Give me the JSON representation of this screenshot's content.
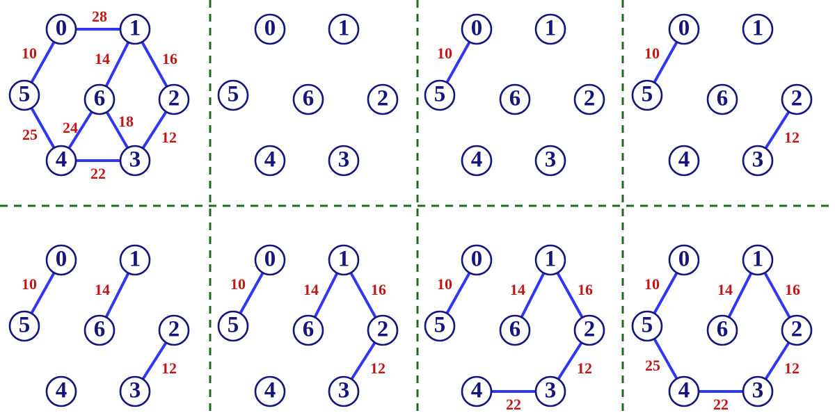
{
  "colors": {
    "node_text": "#15157a",
    "node_ring": "#15157a",
    "edge": "#2f38f0",
    "weight": "#c01616",
    "divider": "#1c6b1c",
    "background": "#ffffff"
  },
  "nodes": [
    {
      "id": 0,
      "label": "0"
    },
    {
      "id": 1,
      "label": "1"
    },
    {
      "id": 2,
      "label": "2"
    },
    {
      "id": 3,
      "label": "3"
    },
    {
      "id": 4,
      "label": "4"
    },
    {
      "id": 5,
      "label": "5"
    },
    {
      "id": 6,
      "label": "6"
    }
  ],
  "edges": [
    {
      "from": 0,
      "to": 1,
      "weight": "28"
    },
    {
      "from": 0,
      "to": 5,
      "weight": "10"
    },
    {
      "from": 1,
      "to": 6,
      "weight": "14"
    },
    {
      "from": 1,
      "to": 2,
      "weight": "16"
    },
    {
      "from": 5,
      "to": 4,
      "weight": "25"
    },
    {
      "from": 6,
      "to": 4,
      "weight": "24"
    },
    {
      "from": 6,
      "to": 3,
      "weight": "18"
    },
    {
      "from": 2,
      "to": 3,
      "weight": "12"
    },
    {
      "from": 4,
      "to": 3,
      "weight": "22"
    }
  ],
  "panels": [
    {
      "name": "original-graph",
      "edges": [
        [
          0,
          1
        ],
        [
          0,
          5
        ],
        [
          1,
          6
        ],
        [
          1,
          2
        ],
        [
          5,
          4
        ],
        [
          6,
          4
        ],
        [
          6,
          3
        ],
        [
          2,
          3
        ],
        [
          4,
          3
        ]
      ]
    },
    {
      "name": "step-0-empty",
      "edges": []
    },
    {
      "name": "step-1",
      "edges": [
        [
          0,
          5
        ]
      ]
    },
    {
      "name": "step-2",
      "edges": [
        [
          0,
          5
        ],
        [
          2,
          3
        ]
      ]
    },
    {
      "name": "step-3",
      "edges": [
        [
          0,
          5
        ],
        [
          2,
          3
        ],
        [
          1,
          6
        ]
      ]
    },
    {
      "name": "step-4",
      "edges": [
        [
          0,
          5
        ],
        [
          2,
          3
        ],
        [
          1,
          6
        ],
        [
          1,
          2
        ]
      ]
    },
    {
      "name": "step-5",
      "edges": [
        [
          0,
          5
        ],
        [
          2,
          3
        ],
        [
          1,
          6
        ],
        [
          1,
          2
        ],
        [
          4,
          3
        ]
      ]
    },
    {
      "name": "step-6",
      "edges": [
        [
          0,
          5
        ],
        [
          2,
          3
        ],
        [
          1,
          6
        ],
        [
          1,
          2
        ],
        [
          4,
          3
        ],
        [
          5,
          4
        ]
      ]
    }
  ]
}
